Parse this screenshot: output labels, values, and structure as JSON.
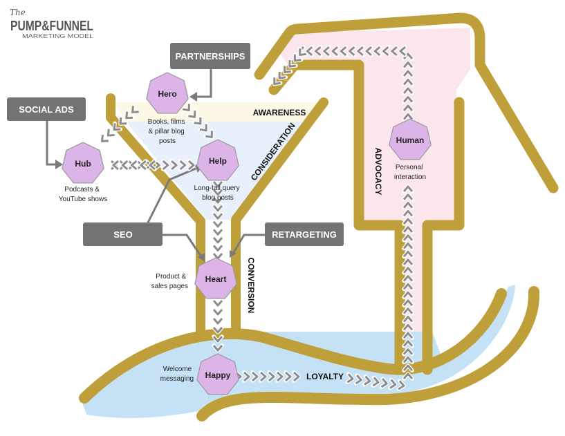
{
  "logo": {
    "prefix": "The",
    "name": "PUMP&FUNNEL",
    "subtitle": "MARKETING MODEL"
  },
  "stages": {
    "awareness": "AWARENESS",
    "consideration": "CONSIDERATION",
    "conversion": "CONVERSION",
    "loyalty": "LOYALTY",
    "advocacy": "ADVOCACY"
  },
  "channels": {
    "partnerships": "PARTNERSHIPS",
    "social_ads": "SOCIAL ADS",
    "seo": "SEO",
    "retargeting": "RETARGETING"
  },
  "nodes": {
    "hero": {
      "label": "Hero",
      "desc": [
        "Books, films",
        "& pillar blog",
        "posts"
      ]
    },
    "hub": {
      "label": "Hub",
      "desc": [
        "Podcasts &",
        "YouTube shows"
      ]
    },
    "help": {
      "label": "Help",
      "desc": [
        "Long-tail query",
        "blog posts"
      ]
    },
    "heart": {
      "label": "Heart",
      "desc": [
        "Product &",
        "sales pages"
      ]
    },
    "happy": {
      "label": "Happy",
      "desc": [
        "Welcome",
        "messaging"
      ]
    },
    "human": {
      "label": "Human",
      "desc": [
        "Personal",
        "interaction"
      ]
    }
  },
  "colors": {
    "pipe": "#bf9f39",
    "node_fill": "#dcb4e8",
    "node_stroke": "#9a9a9a",
    "channel_box": "#737373",
    "channel_text": "#ffffff",
    "arrow": "#8c8c8c",
    "water": "#c5e1f6",
    "awareness_band": "#fdf7e6",
    "consideration_band": "#e8f1fb",
    "advocacy_fill": "#fbe6ec"
  }
}
